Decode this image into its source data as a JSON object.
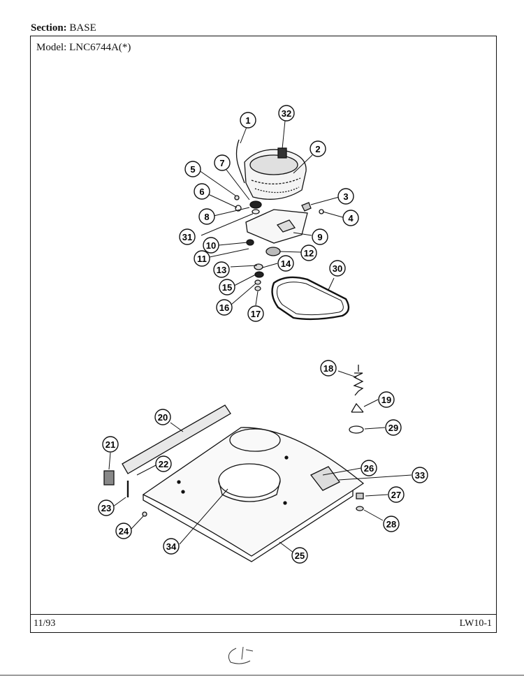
{
  "header": {
    "section_label": "Section:",
    "section_value": "BASE",
    "model_label": "Model:",
    "model_value": "LNC6744A(*)"
  },
  "footer": {
    "date": "11/93",
    "page_code": "LW10-1"
  },
  "callouts": [
    "1",
    "2",
    "3",
    "4",
    "5",
    "6",
    "7",
    "8",
    "9",
    "10",
    "11",
    "12",
    "13",
    "14",
    "15",
    "16",
    "17",
    "19",
    "20",
    "21",
    "22",
    "23",
    "24",
    "25",
    "26",
    "27",
    "28",
    "29",
    "30",
    "31",
    "32",
    "33",
    "34",
    "18"
  ]
}
